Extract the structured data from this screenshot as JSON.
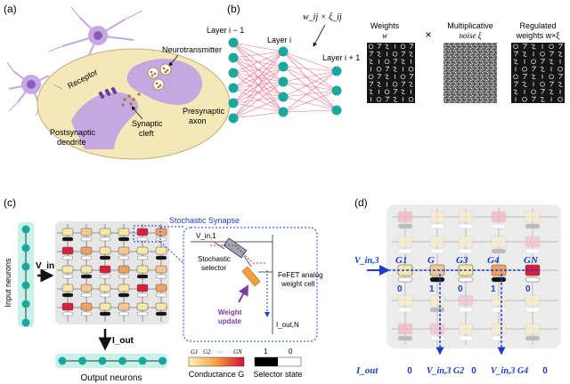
{
  "panels": {
    "a": {
      "label": "(a)",
      "neurotransmitter": "Neurotransmitter",
      "receptor": "Receptor",
      "presynaptic_axon": [
        "Presynaptic",
        "axon"
      ],
      "synaptic_cleft": [
        "Synaptic",
        "cleft"
      ],
      "postsynaptic_dendrite": [
        "Postsynaptic",
        "dendrite"
      ]
    },
    "b": {
      "label": "(b)",
      "layer_prev": "Layer i − 1",
      "layer_curr": "Layer i",
      "layer_next": "Layer i + 1",
      "weight_expr": "w_ij × ξ_ij",
      "weights_title": [
        "Weights",
        "w"
      ],
      "times": "×",
      "noise_title": [
        "Multiplicative",
        "noise ξ"
      ],
      "regulated_title": [
        "Regulated",
        "weights w×ξ"
      ]
    },
    "c": {
      "label": "(c)",
      "input_neurons": "Input neurons",
      "v_in": "V_in",
      "i_out": "I_out",
      "output_neurons": "Output neurons",
      "stochastic_synapse": "Stochastic Synapse",
      "v_in_1": "V_in,1",
      "stochastic_selector": [
        "Stochastic",
        "selector"
      ],
      "fefet": [
        "FeFET analog",
        "weight cell"
      ],
      "weight_update": [
        "Weight",
        "update"
      ],
      "i_out_n": "I_out,N",
      "conductance_ticks": [
        "G1",
        "G2",
        "···",
        "GN"
      ],
      "conductance_caption": "Conductance G",
      "selector_ticks": [
        "1",
        "0"
      ],
      "selector_caption": "Selector state"
    },
    "d": {
      "label": "(d)",
      "v_in3": "V_in,3",
      "g_labels": [
        "G1",
        "G",
        "G3",
        "G4",
        "GN"
      ],
      "states": [
        "0",
        "1",
        "0",
        "1",
        "0"
      ],
      "i_out": "I_out",
      "outputs": [
        "0",
        "V_in,3 G2",
        "0",
        "V_in,3 G4",
        "0"
      ]
    }
  },
  "colors": {
    "teal_node": "#1aa89e",
    "mint_bg": "#c6f2e8",
    "nn_line": "#f26d8c",
    "blue_dashed": "#1a3ccf",
    "purple": "#7a3ea6",
    "cell_yellow": "#f8e7a8",
    "cell_red": "#d81e3a",
    "cell_orange": "#f0a060",
    "neuron_lilac": "#c5a8e0",
    "cleft_fill": "#f4e8b8"
  }
}
